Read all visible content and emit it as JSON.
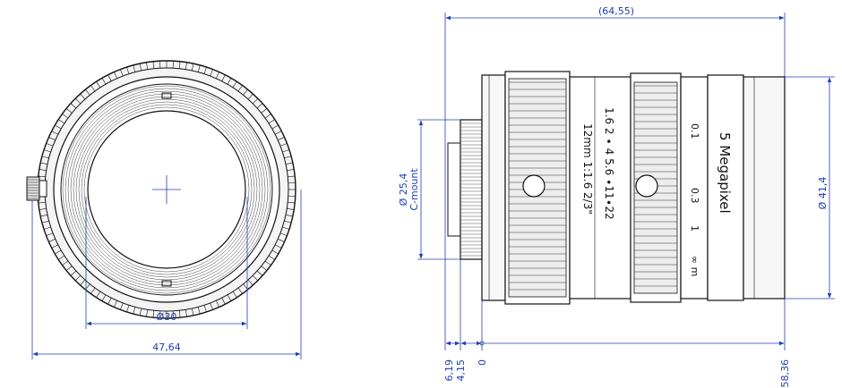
{
  "front_view": {
    "inner_diameter": "Ø30",
    "overall_width": "47,64"
  },
  "side_view": {
    "total_length": "(64,55)",
    "mount_diameter": "Ø 25,4",
    "mount_name": "C-mount",
    "front_diameter": "Ø 41,4",
    "flange_offset_a": "6,19",
    "flange_offset_b": "4,15",
    "datum_zero": "0",
    "body_length": "58,36"
  },
  "lens_markings": {
    "brand_line": "5 Megapixel",
    "spec_line": "12mm  1:1.6  2/3\"",
    "aperture_scale": "1.6   2  ∙  4  5.6  ∙11∙22",
    "focus_scale": [
      "0.1",
      "0.3",
      "1",
      "∞ m"
    ]
  },
  "colors": {
    "dimension": "#1f3fb0",
    "line": "#111111"
  }
}
